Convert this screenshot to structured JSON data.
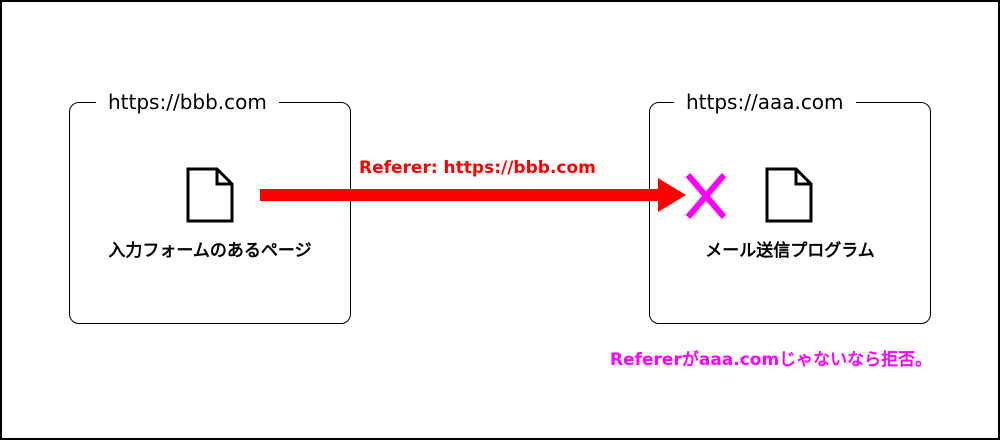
{
  "source_site": {
    "domain_label": "https://bbb.com",
    "page_label": "入力フォームのあるページ"
  },
  "target_site": {
    "domain_label": "https://aaa.com",
    "page_label": "メール送信プログラム"
  },
  "request": {
    "header_label": "Referer: https://bbb.com"
  },
  "rejection_note": "Refererがaaa.comじゃないなら拒否。",
  "icons": [
    "document-icon",
    "document-icon",
    "cross-icon"
  ],
  "colors": {
    "arrow": "#ff0000",
    "cross": "#ff00ff",
    "note": "#ff00ff",
    "header_label": "#ff0000"
  }
}
